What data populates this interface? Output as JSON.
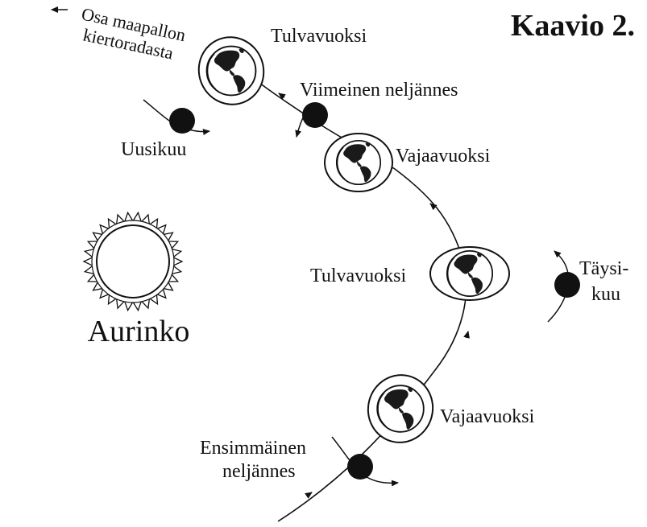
{
  "title": "Kaavio 2.",
  "labels": {
    "orbit_note_line1": "Osa maapallon",
    "orbit_note_line2": "kiertoradasta",
    "sun": "Aurinko",
    "high_tide_top": "Tulvavuoksi",
    "last_quarter": "Viimeinen neljännes",
    "new_moon": "Uusikuu",
    "low_tide_upper": "Vajaavuoksi",
    "high_tide_middle": "Tulvavuoksi",
    "full_moon_line1": "Täysi-",
    "full_moon_line2": "kuu",
    "low_tide_lower": "Vajaavuoksi",
    "first_quarter_line1": "Ensimmäinen",
    "first_quarter_line2": "neljännes"
  },
  "colors": {
    "ink": "#111111",
    "background": "#ffffff",
    "land": "#1a1a1a"
  },
  "icons": {
    "sun": "sun-icon",
    "earth": "earth-globe-icon",
    "moon": "moon-icon",
    "arrow": "arrow-icon"
  }
}
